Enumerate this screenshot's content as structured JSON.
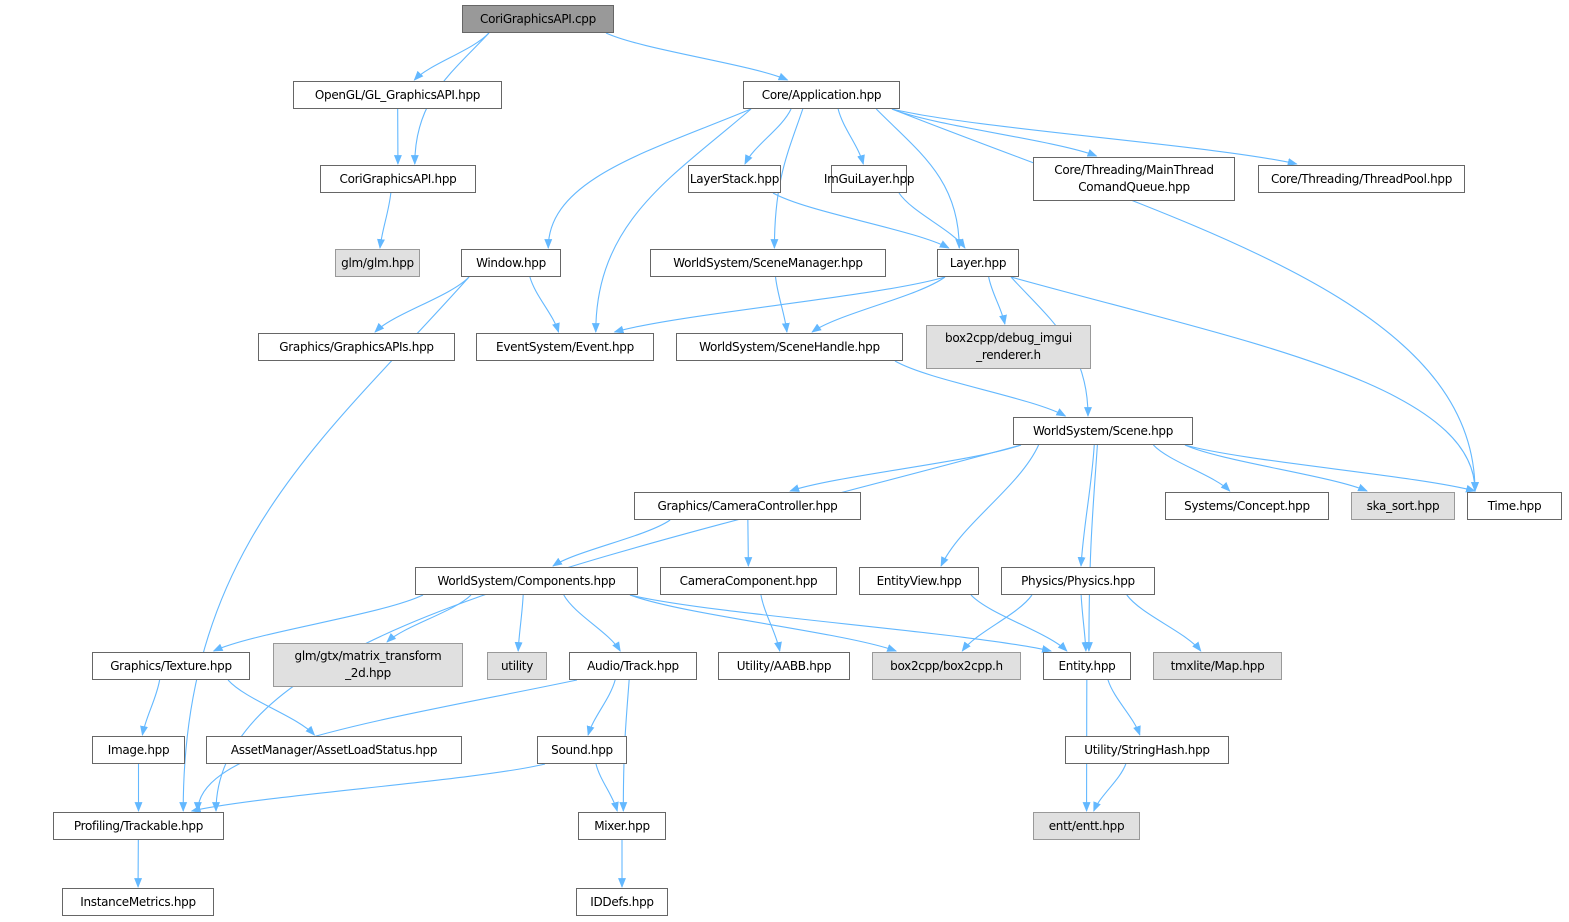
{
  "graph": {
    "root": "cpp",
    "colors": {
      "edge": "#63b8ff",
      "root_fill": "#999999",
      "external_fill": "#e0e0e0",
      "node_fill": "#ffffff"
    },
    "nodes": {
      "cpp": {
        "label": "CoriGraphicsAPI.cpp",
        "kind": "root"
      },
      "opengl": {
        "label": "OpenGL/GL_GraphicsAPI.hpp",
        "kind": "local"
      },
      "app": {
        "label": "Core/Application.hpp",
        "kind": "local"
      },
      "corihpp": {
        "label": "CoriGraphicsAPI.hpp",
        "kind": "local"
      },
      "layerstack": {
        "label": "LayerStack.hpp",
        "kind": "local"
      },
      "imgui": {
        "label": "ImGuiLayer.hpp",
        "kind": "local"
      },
      "mainthread": {
        "label": "Core/Threading/MainThread\nComandQueue.hpp",
        "kind": "local"
      },
      "threadpool": {
        "label": "Core/Threading/ThreadPool.hpp",
        "kind": "local"
      },
      "glm": {
        "label": "glm/glm.hpp",
        "kind": "external"
      },
      "window": {
        "label": "Window.hpp",
        "kind": "local"
      },
      "scenemanager": {
        "label": "WorldSystem/SceneManager.hpp",
        "kind": "local"
      },
      "layer": {
        "label": "Layer.hpp",
        "kind": "local"
      },
      "graphicsapis": {
        "label": "Graphics/GraphicsAPIs.hpp",
        "kind": "local"
      },
      "event": {
        "label": "EventSystem/Event.hpp",
        "kind": "local"
      },
      "scenehandle": {
        "label": "WorldSystem/SceneHandle.hpp",
        "kind": "local"
      },
      "debugimgui": {
        "label": "box2cpp/debug_imgui\n_renderer.h",
        "kind": "external"
      },
      "scene": {
        "label": "WorldSystem/Scene.hpp",
        "kind": "local"
      },
      "cameracontroller": {
        "label": "Graphics/CameraController.hpp",
        "kind": "local"
      },
      "concept": {
        "label": "Systems/Concept.hpp",
        "kind": "local"
      },
      "skasort": {
        "label": "ska_sort.hpp",
        "kind": "external"
      },
      "time": {
        "label": "Time.hpp",
        "kind": "local"
      },
      "components": {
        "label": "WorldSystem/Components.hpp",
        "kind": "local"
      },
      "cameracomponent": {
        "label": "CameraComponent.hpp",
        "kind": "local"
      },
      "entityview": {
        "label": "EntityView.hpp",
        "kind": "local"
      },
      "physics": {
        "label": "Physics/Physics.hpp",
        "kind": "local"
      },
      "texture": {
        "label": "Graphics/Texture.hpp",
        "kind": "local"
      },
      "matrix2d": {
        "label": "glm/gtx/matrix_transform\n_2d.hpp",
        "kind": "external"
      },
      "utility": {
        "label": "utility",
        "kind": "external"
      },
      "track": {
        "label": "Audio/Track.hpp",
        "kind": "local"
      },
      "aabb": {
        "label": "Utility/AABB.hpp",
        "kind": "local"
      },
      "box2cpp": {
        "label": "box2cpp/box2cpp.h",
        "kind": "external"
      },
      "entity": {
        "label": "Entity.hpp",
        "kind": "local"
      },
      "tmxlite": {
        "label": "tmxlite/Map.hpp",
        "kind": "external"
      },
      "image": {
        "label": "Image.hpp",
        "kind": "local"
      },
      "assetstatus": {
        "label": "AssetManager/AssetLoadStatus.hpp",
        "kind": "local"
      },
      "sound": {
        "label": "Sound.hpp",
        "kind": "local"
      },
      "stringhash": {
        "label": "Utility/StringHash.hpp",
        "kind": "local"
      },
      "trackable": {
        "label": "Profiling/Trackable.hpp",
        "kind": "local"
      },
      "mixer": {
        "label": "Mixer.hpp",
        "kind": "local"
      },
      "entt": {
        "label": "entt/entt.hpp",
        "kind": "external"
      },
      "instancemetrics": {
        "label": "InstanceMetrics.hpp",
        "kind": "local"
      },
      "iddefs": {
        "label": "IDDefs.hpp",
        "kind": "local"
      }
    },
    "edges": [
      [
        "cpp",
        "opengl"
      ],
      [
        "cpp",
        "corihpp"
      ],
      [
        "cpp",
        "app"
      ],
      [
        "opengl",
        "corihpp"
      ],
      [
        "corihpp",
        "glm"
      ],
      [
        "app",
        "window"
      ],
      [
        "app",
        "event"
      ],
      [
        "app",
        "scenemanager"
      ],
      [
        "app",
        "layerstack"
      ],
      [
        "app",
        "imgui"
      ],
      [
        "app",
        "layer"
      ],
      [
        "app",
        "mainthread"
      ],
      [
        "app",
        "threadpool"
      ],
      [
        "app",
        "time"
      ],
      [
        "layerstack",
        "layer"
      ],
      [
        "imgui",
        "layer"
      ],
      [
        "window",
        "trackable"
      ],
      [
        "window",
        "graphicsapis"
      ],
      [
        "window",
        "event"
      ],
      [
        "scenemanager",
        "scenehandle"
      ],
      [
        "layer",
        "event"
      ],
      [
        "layer",
        "scenehandle"
      ],
      [
        "layer",
        "debugimgui"
      ],
      [
        "layer",
        "scene"
      ],
      [
        "layer",
        "time"
      ],
      [
        "scenehandle",
        "scene"
      ],
      [
        "scene",
        "trackable"
      ],
      [
        "scene",
        "cameracontroller"
      ],
      [
        "scene",
        "entityview"
      ],
      [
        "scene",
        "physics"
      ],
      [
        "scene",
        "entity"
      ],
      [
        "scene",
        "concept"
      ],
      [
        "scene",
        "skasort"
      ],
      [
        "scene",
        "time"
      ],
      [
        "cameracontroller",
        "components"
      ],
      [
        "cameracontroller",
        "cameracomponent"
      ],
      [
        "components",
        "texture"
      ],
      [
        "components",
        "matrix2d"
      ],
      [
        "components",
        "utility"
      ],
      [
        "components",
        "track"
      ],
      [
        "components",
        "box2cpp"
      ],
      [
        "components",
        "entity"
      ],
      [
        "cameracomponent",
        "aabb"
      ],
      [
        "entityview",
        "entity"
      ],
      [
        "physics",
        "box2cpp"
      ],
      [
        "physics",
        "entity"
      ],
      [
        "physics",
        "tmxlite"
      ],
      [
        "texture",
        "image"
      ],
      [
        "texture",
        "assetstatus"
      ],
      [
        "track",
        "trackable"
      ],
      [
        "track",
        "sound"
      ],
      [
        "track",
        "mixer"
      ],
      [
        "image",
        "trackable"
      ],
      [
        "sound",
        "trackable"
      ],
      [
        "sound",
        "mixer"
      ],
      [
        "entity",
        "entt"
      ],
      [
        "entity",
        "stringhash"
      ],
      [
        "stringhash",
        "entt"
      ],
      [
        "trackable",
        "instancemetrics"
      ],
      [
        "mixer",
        "iddefs"
      ]
    ]
  }
}
